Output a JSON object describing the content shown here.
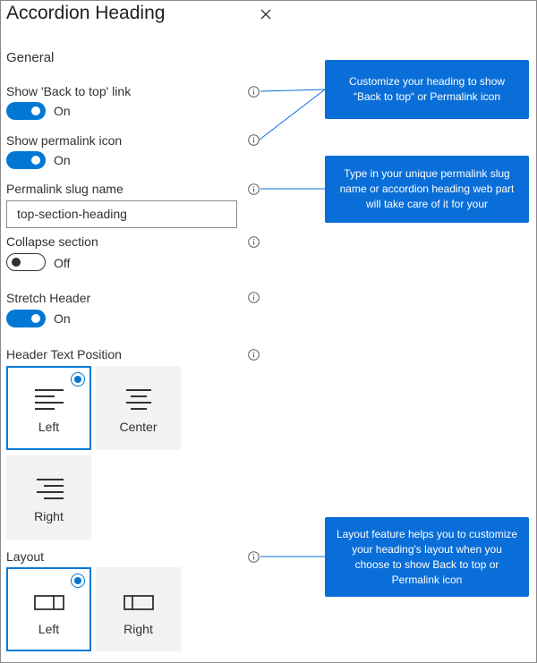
{
  "panel": {
    "title": "Accordion Heading",
    "section": "General"
  },
  "fields": {
    "back_to_top": {
      "label": "Show 'Back to top' link",
      "state": "On",
      "on": true
    },
    "permalink_icon": {
      "label": "Show permalink icon",
      "state": "On",
      "on": true
    },
    "slug": {
      "label": "Permalink slug name",
      "value": "top-section-heading"
    },
    "collapse": {
      "label": "Collapse section",
      "state": "Off",
      "on": false
    },
    "stretch": {
      "label": "Stretch Header",
      "state": "On",
      "on": true
    },
    "text_position": {
      "label": "Header Text Position",
      "options": [
        "Left",
        "Center",
        "Right"
      ],
      "selected": "Left"
    },
    "layout": {
      "label": "Layout",
      "options": [
        "Left",
        "Right"
      ],
      "selected": "Left"
    }
  },
  "callouts": {
    "back_to_top": "Customize your heading to show “Back to top“ or Permalink icon",
    "slug": "Type in your  unique permalink slug name or accordion heading web part will take care of it for your",
    "layout": "Layout feature helps you to customize your heading's layout when you choose to show Back to top or Permalink icon"
  },
  "colors": {
    "accent": "#0078d4",
    "callout": "#0a6ed8",
    "tile_bg": "#f3f2f1"
  },
  "icons": {
    "close": "close-icon",
    "info": "info-icon",
    "align_left": "align-left-icon",
    "align_center": "align-center-icon",
    "align_right": "align-right-icon",
    "layout_left": "layout-left-icon",
    "layout_right": "layout-right-icon"
  }
}
